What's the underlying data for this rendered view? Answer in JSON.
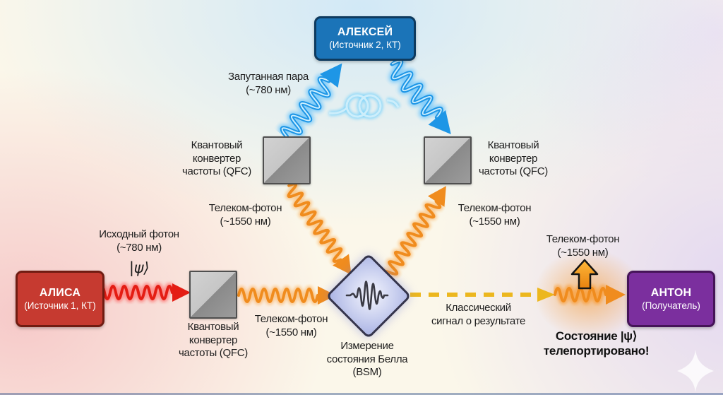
{
  "diagram": {
    "nodes": {
      "alexey": {
        "title": "АЛЕКСЕЙ",
        "subtitle": "(Источник 2, КТ)"
      },
      "alice": {
        "title": "АЛИСА",
        "subtitle": "(Источник 1, КТ)"
      },
      "anton": {
        "title": "АНТОН",
        "subtitle": "(Получатель)"
      }
    },
    "labels": {
      "entangled_pair": {
        "l1": "Запутанная пара",
        "l2": "(~780 нм)"
      },
      "qfc_top_left": {
        "l1": "Квантовый",
        "l2": "конвертер",
        "l3": "частоты (QFC)"
      },
      "qfc_top_right": {
        "l1": "Квантовый",
        "l2": "конвертер",
        "l3": "частоты (QFC)"
      },
      "qfc_bottom": {
        "l1": "Квантовый",
        "l2": "конвертер",
        "l3": "частоты (QFC)"
      },
      "telecom_upper_left": {
        "l1": "Телеком-фотон",
        "l2": "(~1550 нм)"
      },
      "telecom_upper_right": {
        "l1": "Телеком-фотон",
        "l2": "(~1550 нм)"
      },
      "telecom_bottom": {
        "l1": "Телеком-фотон",
        "l2": "(~1550 нм)"
      },
      "telecom_anton": {
        "l1": "Телеком-фотон",
        "l2": "(~1550 нм)"
      },
      "source_photon": {
        "l1": "Исходный фотон",
        "l2": "(~780 нм)",
        "psi": "|ψ⟩"
      },
      "bsm": {
        "l1": "Измерение",
        "l2": "состояния Белла",
        "l3": "(BSM)"
      },
      "classical": {
        "l1": "Классический",
        "l2": "сигнал о результате"
      },
      "teleported": {
        "l1": "Состояние |ψ⟩",
        "l2": "телепортировано!"
      }
    },
    "colors": {
      "alexey_fill": "#1b74b8",
      "alexey_border": "#0e3a5e",
      "alice_fill": "#c63a30",
      "alice_border": "#701c12",
      "anton_fill": "#7b2f9e",
      "anton_border": "#451458",
      "photon_red": "#e41d14",
      "photon_orange": "#f08c1e",
      "photon_blue": "#1e96e6",
      "classical_yellow": "#ecb71e",
      "qfc_gray_light": "#cecece",
      "qfc_gray_dark": "#8e8e8e",
      "bsm_fill": "#bcc3ec",
      "bsm_border": "#34344c",
      "background_pink": "#f6c7c7",
      "background_blue": "#cde7f8",
      "background_lavender": "#e2d6f1",
      "background_cream": "#fbf7ea",
      "text": "#1d1d1d"
    }
  }
}
